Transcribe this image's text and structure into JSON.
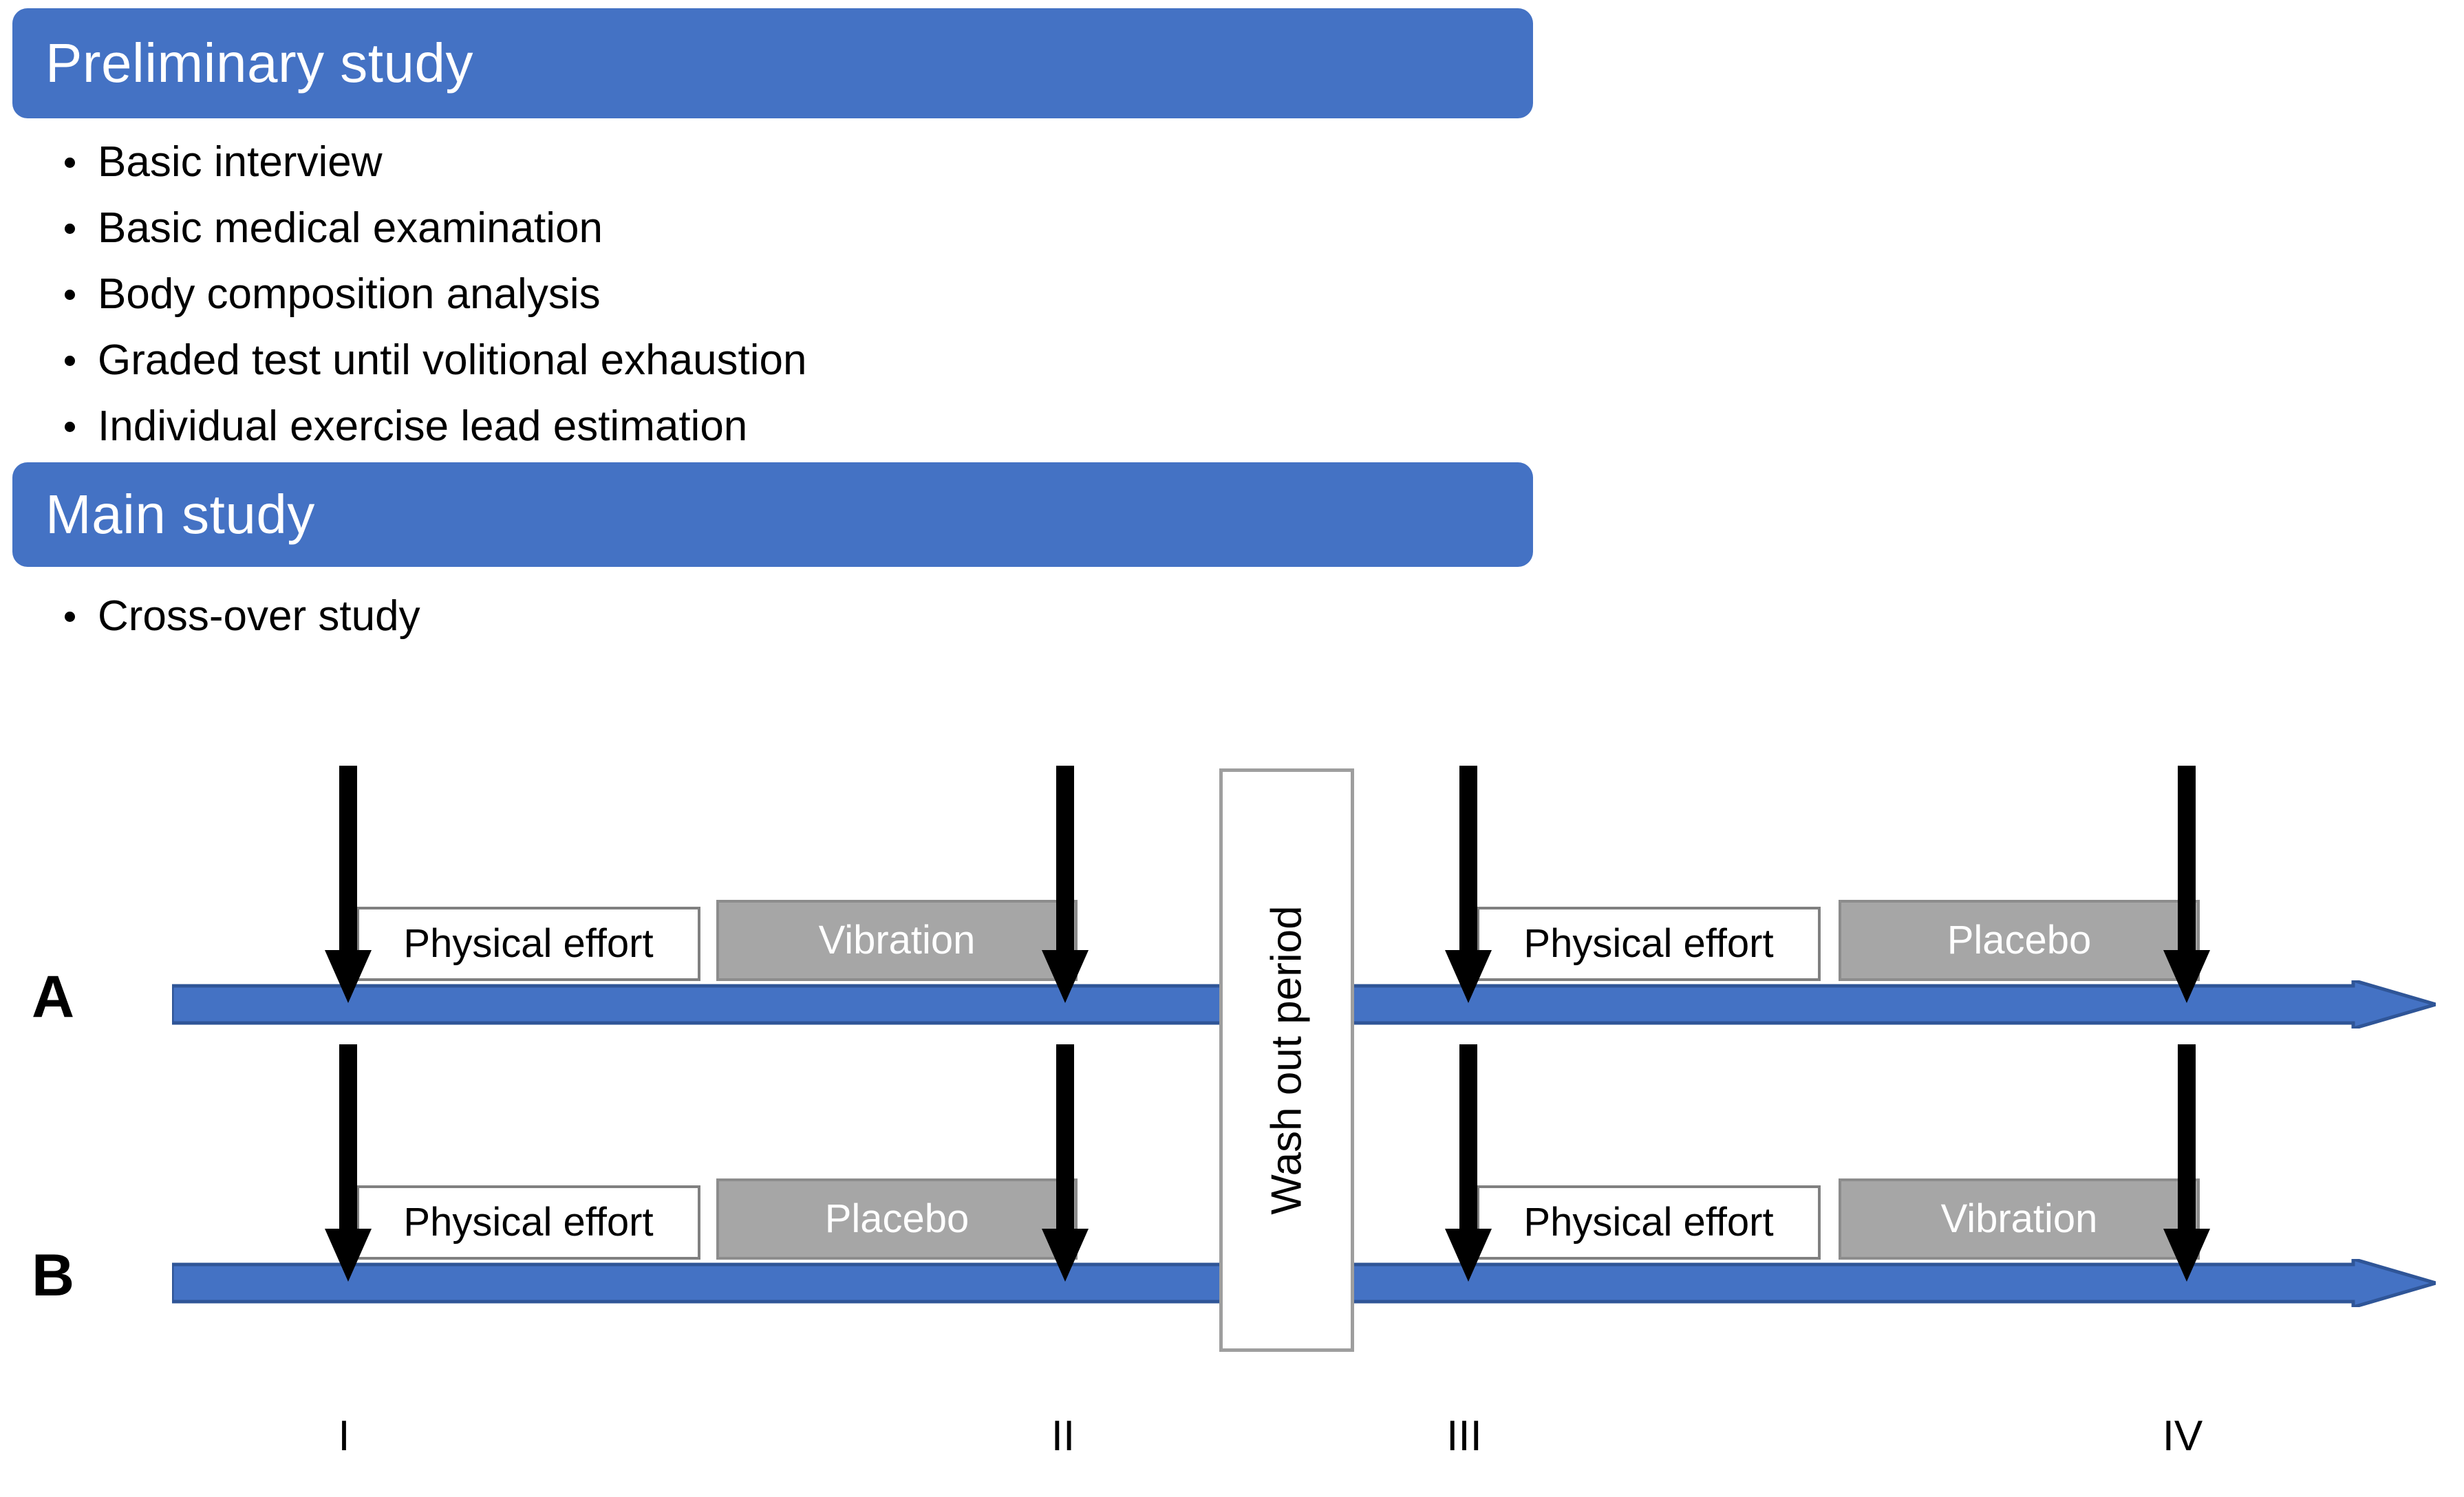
{
  "sections": {
    "preliminary": {
      "banner_title": "Preliminary study",
      "items": [
        "Basic interview",
        "Basic medical examination",
        "Body composition analysis",
        "Graded test until volitional exhaustion",
        "Individual exercise lead estimation"
      ]
    },
    "main": {
      "banner_title": "Main study",
      "items": [
        "Cross-over study"
      ]
    }
  },
  "diagram": {
    "washout_label": "Wash out period",
    "row_a_label": "A",
    "row_b_label": "B",
    "tick_labels": [
      "I",
      "II",
      "III",
      "IV"
    ],
    "row_a": {
      "period1_effort": "Physical effort",
      "period1_treatment": "Vibration",
      "period2_effort": "Physical effort",
      "period2_treatment": "Placebo"
    },
    "row_b": {
      "period1_effort": "Physical effort",
      "period1_treatment": "Placebo",
      "period2_effort": "Physical effort",
      "period2_treatment": "Vibration"
    }
  },
  "colors": {
    "banner_blue": "#4472C4",
    "timeline_blue": "#4472C4",
    "timeline_blue_border": "#2F5597",
    "treatment_gray": "#A6A6A6",
    "box_border_gray": "#808080",
    "arrow_black": "#000000",
    "text_white": "#FFFFFF",
    "text_black": "#000000"
  }
}
